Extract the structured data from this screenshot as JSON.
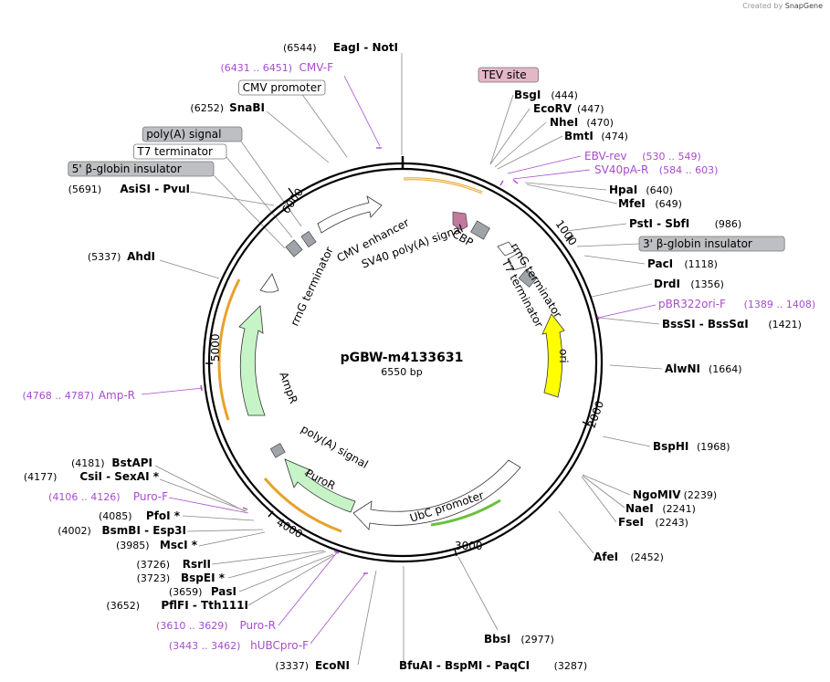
{
  "credit": {
    "prefix": "Created by",
    "brand": "SnapGene"
  },
  "plasmid": {
    "name": "pGBW-m4133631",
    "length": "6550 bp"
  },
  "ticks": [
    "1000",
    "2000",
    "3000",
    "4000",
    "5000",
    "6000"
  ],
  "features": [
    {
      "name": "CMV enhancer",
      "color": "#ffffff"
    },
    {
      "name": "SV40 poly(A) signal",
      "color": "#ffffff"
    },
    {
      "name": "CBP",
      "color": "#c07a9e"
    },
    {
      "name": "rrnG terminator",
      "color": "#ffffff"
    },
    {
      "name": "T7 terminator",
      "color": "#a0a4a8"
    },
    {
      "name": "ori",
      "color": "#ffff00"
    },
    {
      "name": "UbC promoter",
      "color": "#ffffff"
    },
    {
      "name": "PuroR",
      "color": "#c6f4c6"
    },
    {
      "name": "poly(A) signal",
      "color": "#a0a4a8"
    },
    {
      "name": "AmpR",
      "color": "#c6f4c6"
    },
    {
      "name": "rrnG terminator",
      "color": "#ffffff"
    }
  ],
  "left_labels": [
    {
      "pos": "(6544)",
      "name": "EagI - NotI"
    },
    {
      "pos": "(6431 .. 6451)",
      "name": "CMV-F"
    },
    {
      "name": "CMV promoter",
      "box": "white"
    },
    {
      "pos": "(6252)",
      "name": "SnaBI"
    },
    {
      "name": "poly(A) signal",
      "box": "grey"
    },
    {
      "name": "T7 terminator",
      "box": "white"
    },
    {
      "name": "5' β-globin insulator",
      "box": "grey"
    },
    {
      "pos": "(5691)",
      "name": "AsiSI - PvuI"
    },
    {
      "pos": "(5337)",
      "name": "AhdI"
    },
    {
      "pos": "(4768 .. 4787)",
      "name": "Amp-R"
    },
    {
      "pos": "(4181)",
      "name": "BstAPI"
    },
    {
      "pos": "(4177)",
      "name": "CsiI - SexAI *"
    },
    {
      "pos": "(4106 .. 4126)",
      "name": "Puro-F"
    },
    {
      "pos": "(4085)",
      "name": "PfoI *"
    },
    {
      "pos": "(4002)",
      "name": "BsmBI - Esp3I"
    },
    {
      "pos": "(3985)",
      "name": "MscI *"
    },
    {
      "pos": "(3726)",
      "name": "RsrII"
    },
    {
      "pos": "(3723)",
      "name": "BspEI *"
    },
    {
      "pos": "(3659)",
      "name": "PasI"
    },
    {
      "pos": "(3652)",
      "name": "PflFI - Tth111I"
    },
    {
      "pos": "(3610 .. 3629)",
      "name": "Puro-R"
    },
    {
      "pos": "(3443 .. 3462)",
      "name": "hUBCpro-F"
    },
    {
      "pos": "(3337)",
      "name": "EcoNI"
    }
  ],
  "right_labels": [
    {
      "name": "TEV site",
      "box": "pink"
    },
    {
      "name": "BsgI",
      "pos": "(444)"
    },
    {
      "name": "EcoRV",
      "pos": "(447)"
    },
    {
      "name": "NheI",
      "pos": "(470)"
    },
    {
      "name": "BmtI",
      "pos": "(474)"
    },
    {
      "name": "EBV-rev",
      "pos": "(530 .. 549)"
    },
    {
      "name": "SV40pA-R",
      "pos": "(584 .. 603)"
    },
    {
      "name": "HpaI",
      "pos": "(640)"
    },
    {
      "name": "MfeI",
      "pos": "(649)"
    },
    {
      "name": "PstI - SbfI",
      "pos": "(986)"
    },
    {
      "name": "3' β-globin insulator",
      "box": "grey"
    },
    {
      "name": "PacI",
      "pos": "(1118)"
    },
    {
      "name": "DrdI",
      "pos": "(1356)"
    },
    {
      "name": "pBR322ori-F",
      "pos": "(1389 .. 1408)"
    },
    {
      "name": "BssSI - BssSαI",
      "pos": "(1421)"
    },
    {
      "name": "AlwNI",
      "pos": "(1664)"
    },
    {
      "name": "BspHI",
      "pos": "(1968)"
    },
    {
      "name": "NgoMIV",
      "pos": "(2239)"
    },
    {
      "name": "NaeI",
      "pos": "(2241)"
    },
    {
      "name": "FseI",
      "pos": "(2243)"
    },
    {
      "name": "AfeI",
      "pos": "(2452)"
    },
    {
      "name": "BbsI",
      "pos": "(2977)"
    },
    {
      "name": "BfuAI - BspMI - PaqCI",
      "pos": "(3287)"
    }
  ]
}
